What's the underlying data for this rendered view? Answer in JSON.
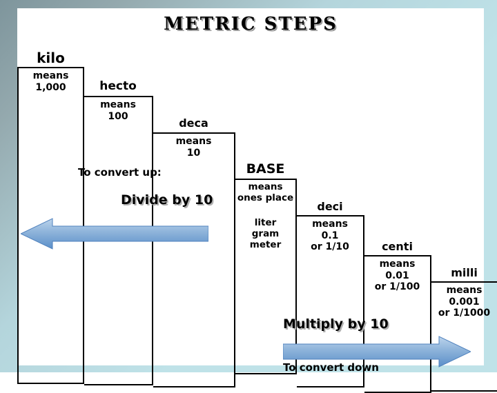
{
  "slide": {
    "title": "METRIC STEPS",
    "background_gradient_start": "#7e959c",
    "background_gradient_end": "#bfe2e8",
    "canvas_color": "#ffffff",
    "text_color": "#000000"
  },
  "steps": [
    {
      "id": "kilo",
      "label": "kilo",
      "lines": [
        "means",
        "1,000"
      ]
    },
    {
      "id": "hecto",
      "label": "hecto",
      "lines": [
        "means",
        "100"
      ]
    },
    {
      "id": "deca",
      "label": "deca",
      "lines": [
        "means",
        "10"
      ]
    },
    {
      "id": "base",
      "label": "BASE",
      "lines": [
        "means",
        "ones place"
      ],
      "units": [
        "liter",
        "gram",
        "meter"
      ]
    },
    {
      "id": "deci",
      "label": "deci",
      "lines": [
        "means",
        "0.1",
        "or 1/10"
      ]
    },
    {
      "id": "centi",
      "label": "centi",
      "lines": [
        "means",
        "0.01",
        "or 1/100"
      ]
    },
    {
      "id": "milli",
      "label": "milli",
      "lines": [
        "means",
        "0.001",
        "or 1/1000"
      ]
    }
  ],
  "captions": {
    "convert_up": "To convert up:",
    "divide": "Divide by 10",
    "multiply": "Multiply by 10",
    "convert_down": "To convert down"
  },
  "arrows": {
    "left": {
      "name": "left-arrow",
      "direction": "left",
      "fill_start": "#a8c6e5",
      "fill_end": "#5b8fc9",
      "stroke": "#4f81bd"
    },
    "right": {
      "name": "right-arrow",
      "direction": "right",
      "fill_start": "#a8c6e5",
      "fill_end": "#5b8fc9",
      "stroke": "#4f81bd"
    }
  }
}
